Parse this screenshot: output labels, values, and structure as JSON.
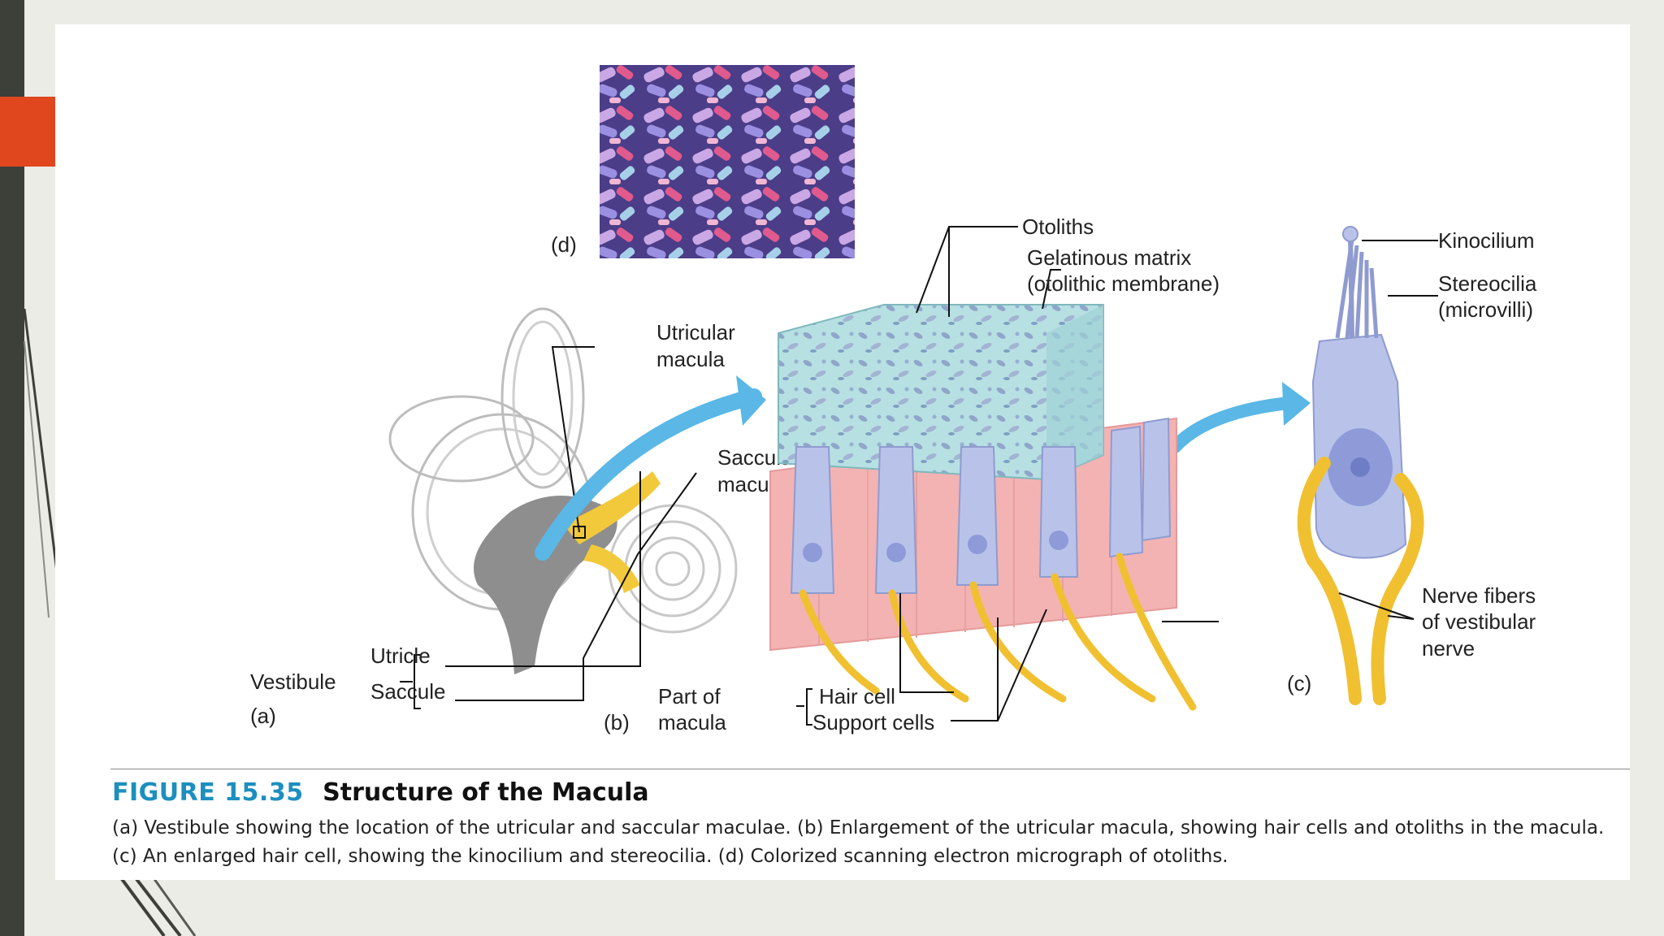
{
  "figure": {
    "number": "FIGURE 15.35",
    "title": "Structure of the Macula",
    "caption_line1": "(a) Vestibule showing the location of the utricular and saccular maculae. (b) Enlargement of the utricular macula, showing hair cells and otoliths in the macula.",
    "caption_line2": "(c) An enlarged hair cell, showing the kinocilium and stereocilia. (d) Colorized scanning electron micrograph of otoliths."
  },
  "panel_a": {
    "tag": "(a)",
    "vestibule": "Vestibule",
    "utricle": "Utricle",
    "saccule": "Saccule",
    "utricular_macula_1": "Utricular",
    "utricular_macula_2": "macula",
    "saccular_macula_1": "Saccular",
    "saccular_macula_2": "macula"
  },
  "panel_b": {
    "tag": "(b)",
    "otoliths": "Otoliths",
    "gelatinous_1": "Gelatinous matrix",
    "gelatinous_2": "(otolithic membrane)",
    "part_of_1": "Part of",
    "part_of_2": "macula",
    "hair_cell": "Hair cell",
    "support_cells": "Support cells"
  },
  "panel_c": {
    "tag": "(c)",
    "kinocilium": "Kinocilium",
    "stereocilia_1": "Stereocilia",
    "stereocilia_2": "(microvilli)",
    "nerve_1": "Nerve fibers",
    "nerve_2": "of vestibular",
    "nerve_3": "nerve"
  },
  "panel_d": {
    "tag": "(d)"
  },
  "colors": {
    "accent": "#e0471f",
    "arrow": "#5ab7e6",
    "fig_number": "#1c8fbf",
    "nerve": "#f0c030",
    "cells": "#b9c3ea",
    "tissue": "#f3b3b3",
    "matrix": "#a9dadd"
  }
}
